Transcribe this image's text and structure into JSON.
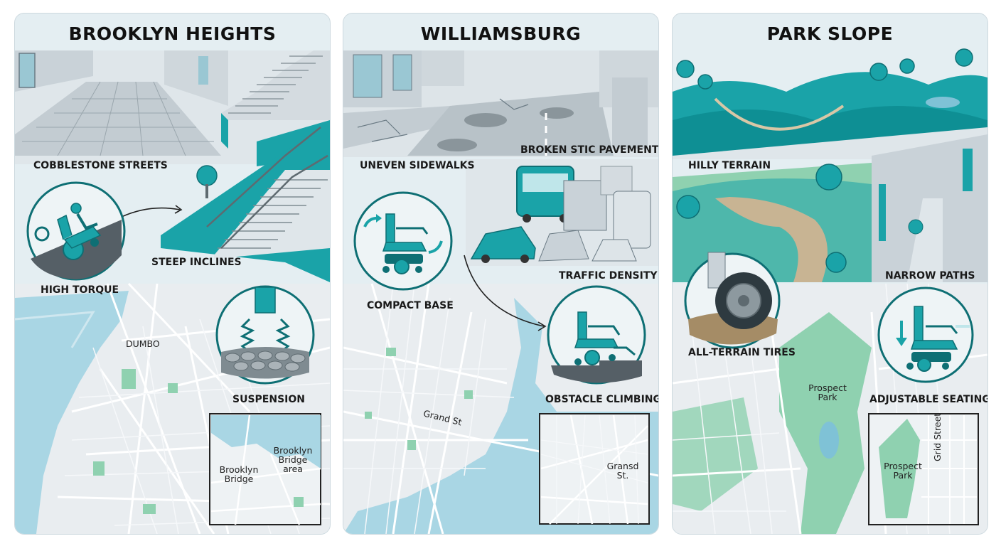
{
  "panels": [
    {
      "title": "BROOKLYN HEIGHTS",
      "labels": {
        "cobblestone": "COBBLESTONE STREETS",
        "steep": "STEEP INCLINES",
        "torque": "HIGH TORQUE",
        "suspension": "SUSPENSION",
        "dumbo": "DUMBO",
        "inset_left": "Brooklyn Bridge",
        "inset_right": "Brooklyn Bridge area"
      }
    },
    {
      "title": "WILLIAMSBURG",
      "labels": {
        "broken": "BROKEN STIC PAVEMENT",
        "uneven": "UNEVEN SIDEWALKS",
        "traffic": "TRAFFIC DENSITY",
        "compact": "COMPACT BASE",
        "obstacle": "OBSTACLE CLIMBING",
        "grand": "Grand St",
        "inset": "Gransd St."
      }
    },
    {
      "title": "PARK SLOPE",
      "labels": {
        "hilly": "HILLY TERRAIN",
        "narrow": "NARROW PATHS",
        "allterrain": "ALL-TERRAIN TIRES",
        "adjustable": "ADJUSTABLE SEATING",
        "prospect": "Prospect Park",
        "inset_park": "Prospect Park",
        "grid": "Grid Street"
      }
    }
  ],
  "colors": {
    "teal": "#1aa3a8",
    "teal_dark": "#0e6f74",
    "water": "#a9d6e4",
    "park_green": "#8fd1b0",
    "map_bg": "#e9edf0",
    "panel_bg": "#e4eef2"
  }
}
